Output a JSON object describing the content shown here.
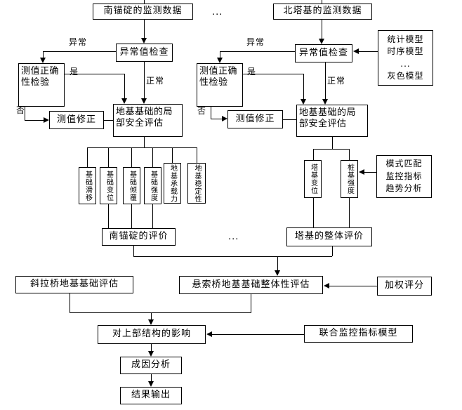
{
  "top": {
    "south_monitoring": "南锚碇的监测数据",
    "ellipsis": "...",
    "north_monitoring": "北塔基的监测数据"
  },
  "labels": {
    "abnormal": "异常",
    "normal": "正常",
    "yes": "是",
    "no": "否"
  },
  "south": {
    "outlier_check": "异常值检查",
    "correctness_check": "测值正确性检验",
    "value_correction": "测值修正",
    "local_assessment": "地基基础的局部安全评估",
    "indicators": [
      "基础滑移",
      "基础变位",
      "基础倾覆",
      "基础强度",
      "地基承载力",
      "地基稳定性"
    ],
    "evaluation": "南锚碇的评价"
  },
  "north": {
    "outlier_check": "异常值检查",
    "correctness_check": "测值正确性检验",
    "value_correction": "测值修正",
    "local_assessment": "地基基础的局部安全评估",
    "indicators": [
      "塔基变位",
      "桩基强度"
    ],
    "evaluation": "塔基的整体评价"
  },
  "middle_ellipsis": "...",
  "side_boxes": {
    "models": [
      "统计模型",
      "时序模型",
      "...",
      "灰色模型"
    ],
    "pattern": [
      "模式匹配",
      "监控指标",
      "趋势分析"
    ],
    "weighted_score": "加权评分",
    "joint_model": "联合监控指标模型"
  },
  "bottom": {
    "cable_stayed_eval": "斜拉桥地基基础评估",
    "suspension_eval": "悬索桥地基基础整体性评估",
    "superstructure_impact": "对上部结构的影响",
    "cause_analysis": "成因分析",
    "result_output": "结果输出"
  }
}
